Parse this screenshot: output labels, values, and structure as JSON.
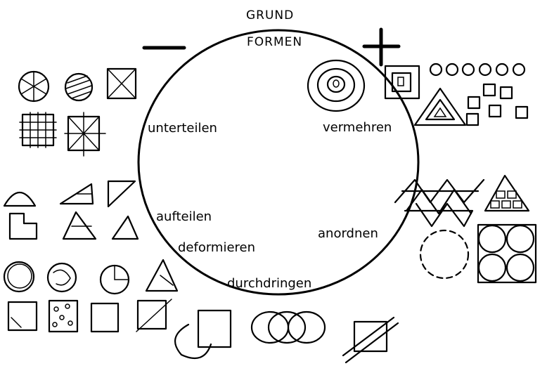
{
  "title": {
    "line1": "GRUND",
    "line2": "FORMEN"
  },
  "signs": {
    "minus": "−",
    "plus": "+"
  },
  "labels": {
    "unterteilen": "unterteilen",
    "vermehren": "vermehren",
    "aufteilen": "aufteilen",
    "deformieren": "deformieren",
    "anordnen": "anordnen",
    "durchdringen": "durchdringen"
  },
  "colors": {
    "ink": "#000000",
    "paper": "#ffffff"
  }
}
